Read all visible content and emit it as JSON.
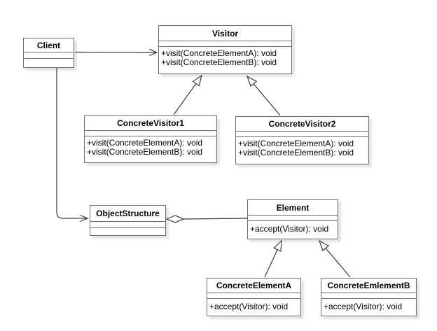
{
  "description": "UML class diagram of the Visitor design pattern",
  "classes": {
    "client": {
      "name": "Client",
      "methods": []
    },
    "visitor": {
      "name": "Visitor",
      "methods": [
        "+visit(ConcreteElementA): void",
        "+visit(ConcreteElementB): void"
      ]
    },
    "concreteVisitor1": {
      "name": "ConcreteVisitor1",
      "methods": [
        "+visit(ConcreteElementA): void",
        "+visit(ConcreteElementB): void"
      ]
    },
    "concreteVisitor2": {
      "name": "ConcreteVisitor2",
      "methods": [
        "+visit(ConcreteElementA): void",
        "+visit(ConcreteElementB): void"
      ]
    },
    "objectStructure": {
      "name": "ObjectStructure",
      "methods": []
    },
    "element": {
      "name": "Element",
      "methods": [
        "+accept(Visitor): void"
      ]
    },
    "concreteElementA": {
      "name": "ConcreteElementA",
      "methods": [
        "+accept(Visitor): void"
      ]
    },
    "concreteElementB": {
      "name": "ConcreteEmlementB",
      "methods": [
        "+accept(Visitor): void"
      ]
    }
  },
  "relationships": [
    {
      "from": "Client",
      "to": "Visitor",
      "type": "directed-association"
    },
    {
      "from": "Client",
      "to": "ObjectStructure",
      "type": "directed-association"
    },
    {
      "from": "ConcreteVisitor1",
      "to": "Visitor",
      "type": "generalization"
    },
    {
      "from": "ConcreteVisitor2",
      "to": "Visitor",
      "type": "generalization"
    },
    {
      "from": "ObjectStructure",
      "to": "Element",
      "type": "aggregation"
    },
    {
      "from": "ConcreteElementA",
      "to": "Element",
      "type": "generalization"
    },
    {
      "from": "ConcreteEmlementB",
      "to": "Element",
      "type": "generalization"
    }
  ],
  "colors": {
    "background": "#ffffff",
    "box_fill": "#ffffff",
    "box_border": "#6e6e6e",
    "connector": "#3a3a3a",
    "text": "#000000"
  }
}
